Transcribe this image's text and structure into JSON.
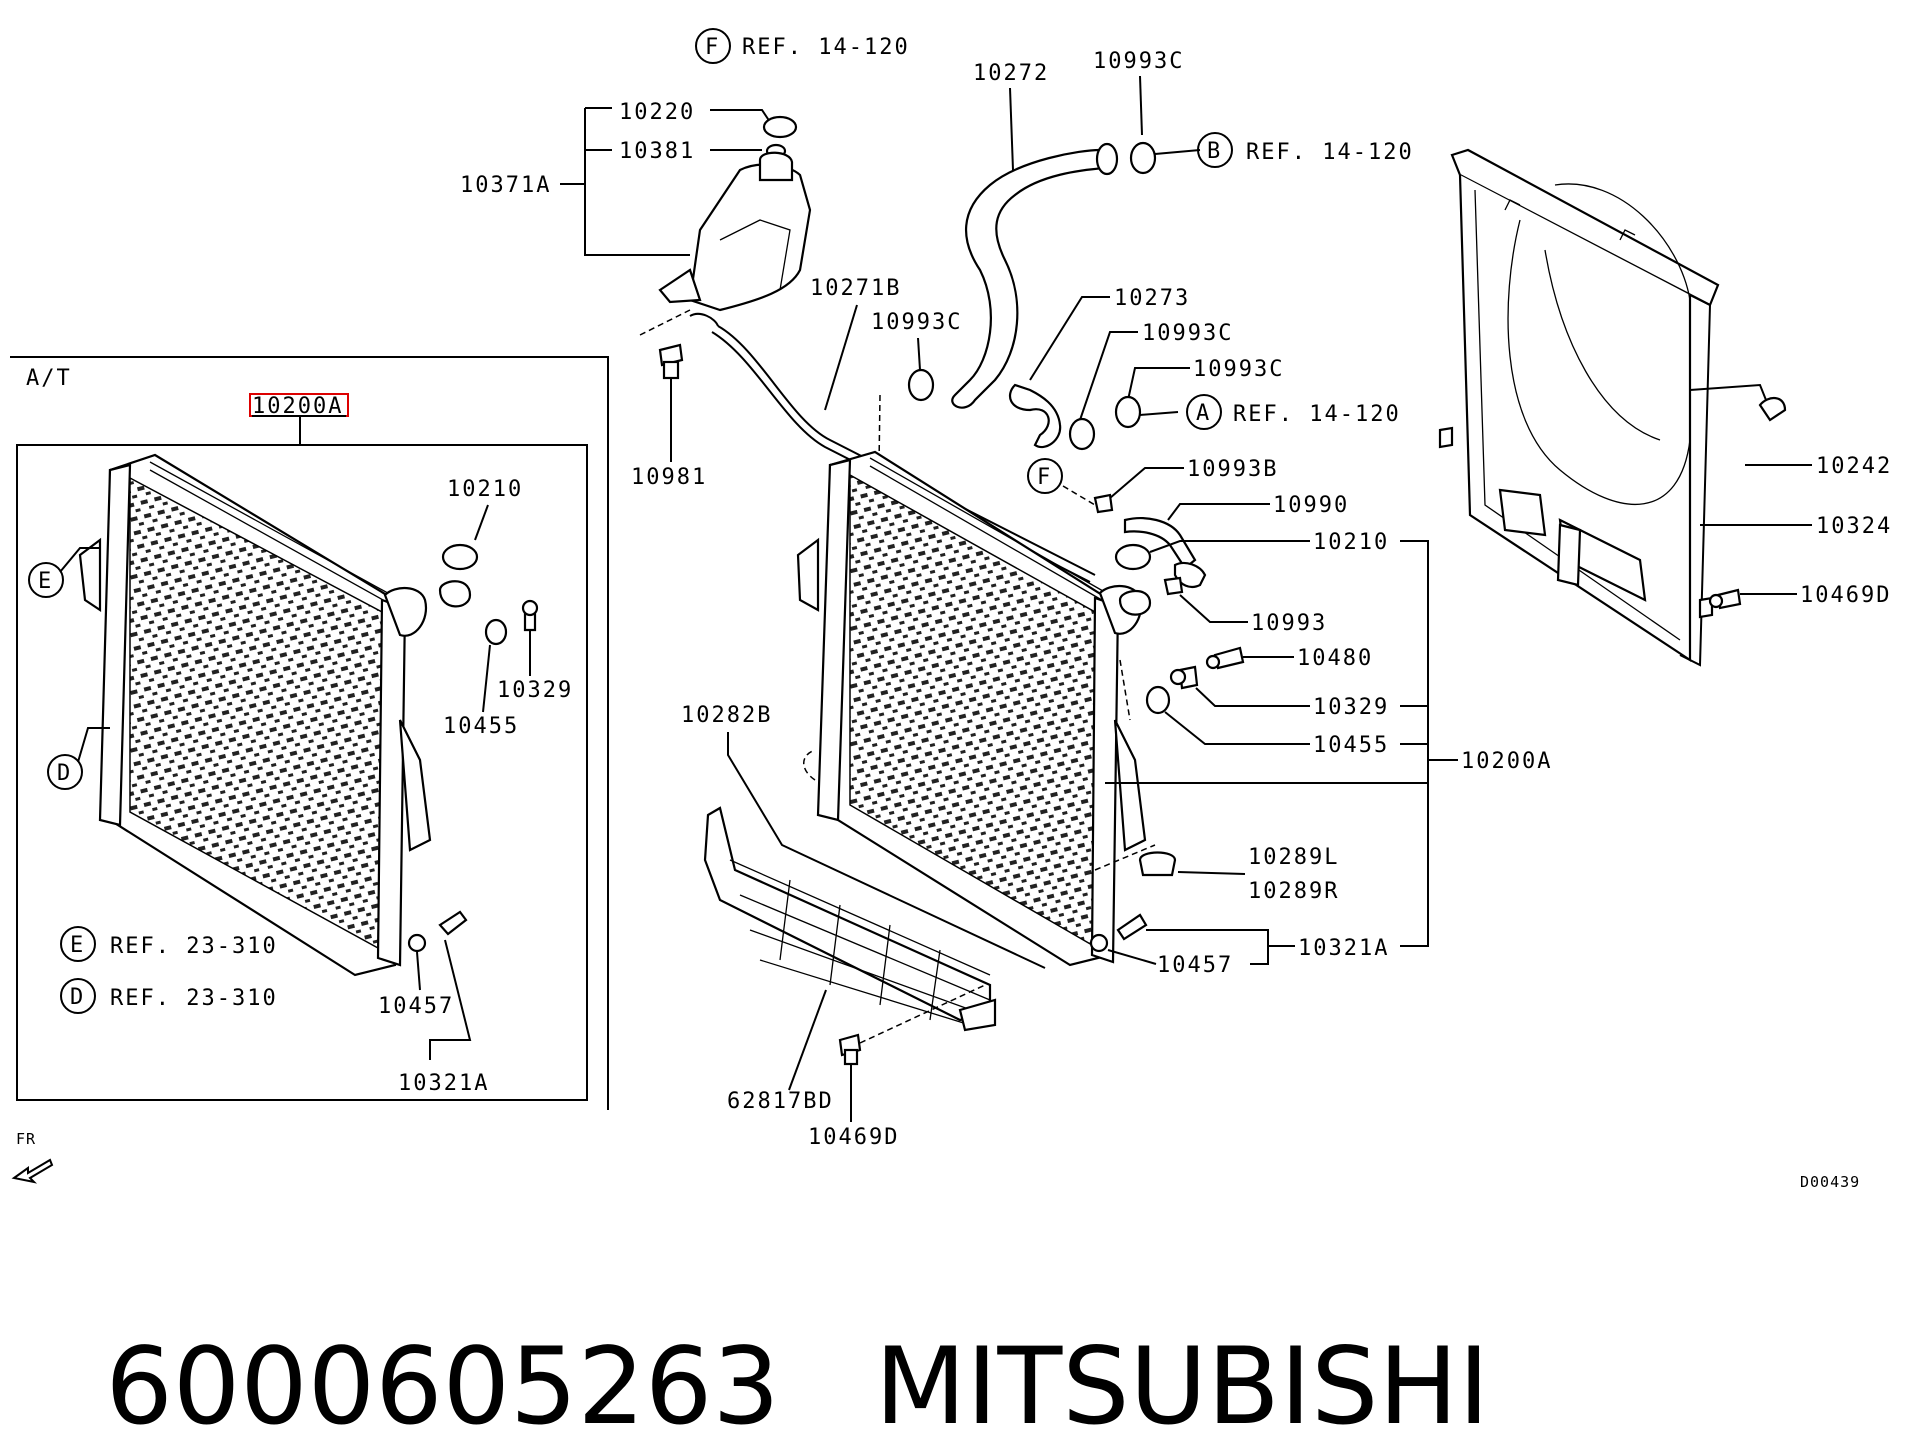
{
  "diagram_code": "D00439",
  "variant_label": "A/T",
  "direction_label": "FR",
  "highlighted_part": "10200A",
  "labels": {
    "p10220": "10220",
    "p10381": "10381",
    "p10371A": "10371A",
    "p10981": "10981",
    "p10271B": "10271B",
    "p10272": "10272",
    "p10993C": "10993C",
    "p10273": "10273",
    "p10993B": "10993B",
    "p10990": "10990",
    "p10210": "10210",
    "p10993": "10993",
    "p10480": "10480",
    "p10329": "10329",
    "p10455": "10455",
    "p10200A": "10200A",
    "p10289L": "10289L",
    "p10289R": "10289R",
    "p10321A": "10321A",
    "p10457": "10457",
    "p10282B": "10282B",
    "p62817BD": "62817BD",
    "p10469D": "10469D",
    "p10242": "10242",
    "p10324": "10324"
  },
  "refs": {
    "F": "REF. 14-120",
    "B": "REF. 14-120",
    "A": "REF. 14-120",
    "E": "REF. 23-310",
    "D": "REF. 23-310"
  },
  "markers": {
    "A": "A",
    "B": "B",
    "D": "D",
    "E": "E",
    "F": "F"
  },
  "footer": {
    "part_number": "6000605263",
    "brand": "MITSUBISHI"
  }
}
